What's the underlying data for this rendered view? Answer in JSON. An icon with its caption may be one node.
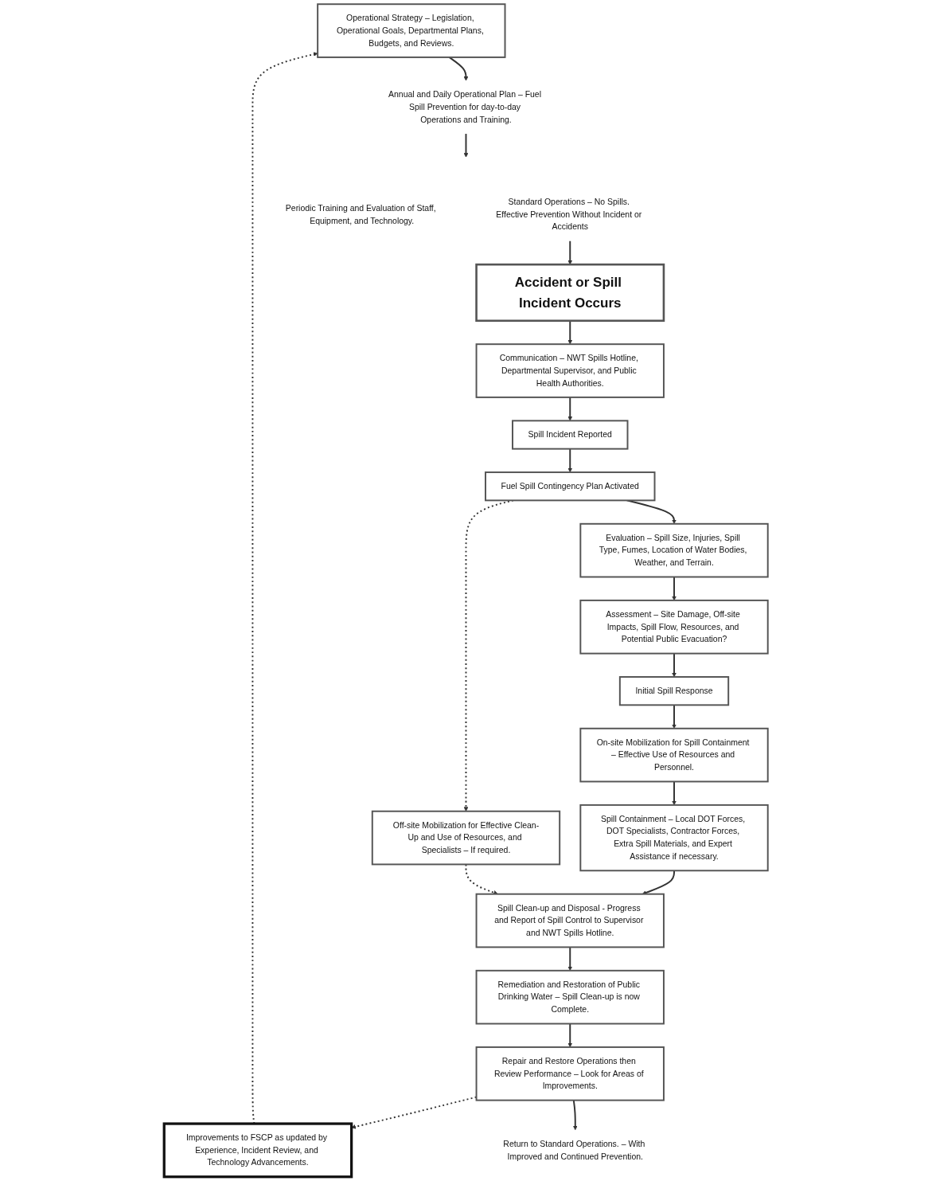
{
  "diagram": {
    "nodes": [
      {
        "text": [
          "Operational Strategy – Legislation, Operational Goals, Departmental Plans, Budgets, and Reviews."
        ]
      },
      {
        "text": [
          "Annual and Daily Operational Plan – Fuel Spill Prevention for day-to-day Operations and Training."
        ]
      },
      {
        "text": [
          "Standard Operations – No Spills. Effective Prevention Without Incident or Accidents"
        ]
      },
      {
        "text": [
          "Periodic Training and Evaluation of Staff, Equipment, and Technology."
        ]
      },
      {
        "text": [
          "Accident or Spill Incident Occurs"
        ]
      },
      {
        "text": [
          "Communication – NWT Spills Hotline, Departmental Supervisor, and Public Health Authorities."
        ]
      },
      {
        "text": [
          "Spill Incident Reported"
        ]
      },
      {
        "text": [
          "Evaluation – Spill Size, Injuries, Spill Type, Fumes, Location of Water Bodies, Weather, and Terrain."
        ]
      },
      {
        "text": [
          "Fuel Spill Contingency Plan Activated"
        ]
      },
      {
        "text": [
          "Assessment – Site Damage, Off-site Impacts, Spill Flow, Resources, and Potential Public Evacuation?"
        ]
      },
      {
        "text": [
          "Initial Spill Response"
        ]
      },
      {
        "text": [
          "Spill Containment – Local DOT Forces, DOT Specialists, Contractor Forces, Extra Spill Materials, and Expert Assistance if necessary."
        ]
      },
      {
        "text": [
          "On-site Mobilization for Spill Containment – Effective Use of Resources and Personnel."
        ]
      },
      {
        "text": [
          "Spill Clean-up and Disposal - Progress and Report of Spill Control to Supervisor and NWT Spills Hotline."
        ]
      },
      {
        "text": [
          "Off-site Mobilization for Effective Clean-Up and Use of Resources, and Specialists – If required."
        ]
      },
      {
        "text": [
          "Remediation and Restoration of Public Drinking Water – Spill Clean-up is now Complete."
        ]
      },
      {
        "text": [
          "Repair and Restore Operations then Review Performance – Look for Areas of Improvements."
        ]
      },
      {
        "text": [
          "Improvements to FSCP as updated by Experience, Incident Review, and Technology Advancements."
        ]
      },
      {
        "text": [
          "Return to Standard Operations. – With Improved and Continued Prevention."
        ]
      }
    ],
    "edges": [
      {
        "from": 0,
        "to": 1,
        "arrow": "to"
      },
      {
        "from": 1,
        "to": null,
        "arrow": "to"
      },
      {
        "from": 2,
        "to": 4,
        "arrow": "to"
      },
      {
        "from": 4,
        "to": 5,
        "arrow": "to"
      },
      {
        "from": 5,
        "to": 6,
        "arrow": "to"
      },
      {
        "from": 6,
        "to": 8,
        "arrow": "to"
      },
      {
        "from": 8,
        "to": 7,
        "arrow": "to"
      },
      {
        "from": 7,
        "to": 9,
        "arrow": "to"
      },
      {
        "from": 9,
        "to": 10,
        "arrow": "to"
      },
      {
        "from": 10,
        "to": 12,
        "arrow": "to"
      },
      {
        "from": 12,
        "to": 11,
        "arrow": "to"
      },
      {
        "from": 11,
        "to": 13,
        "arrow": "to"
      },
      {
        "from": 8,
        "to": 14,
        "arrow": "to",
        "style": "dashed"
      },
      {
        "from": 14,
        "to": 13,
        "arrow": "to",
        "style": "dashed"
      },
      {
        "from": 13,
        "to": 15,
        "arrow": "to"
      },
      {
        "from": 15,
        "to": 16,
        "arrow": "to"
      },
      {
        "from": 16,
        "to": 17,
        "arrow": "to",
        "style": "dashed"
      },
      {
        "from": 17,
        "to": 0,
        "arrow": "to",
        "style": "dashed"
      },
      {
        "from": 16,
        "to": 18,
        "arrow": "to"
      }
    ]
  }
}
